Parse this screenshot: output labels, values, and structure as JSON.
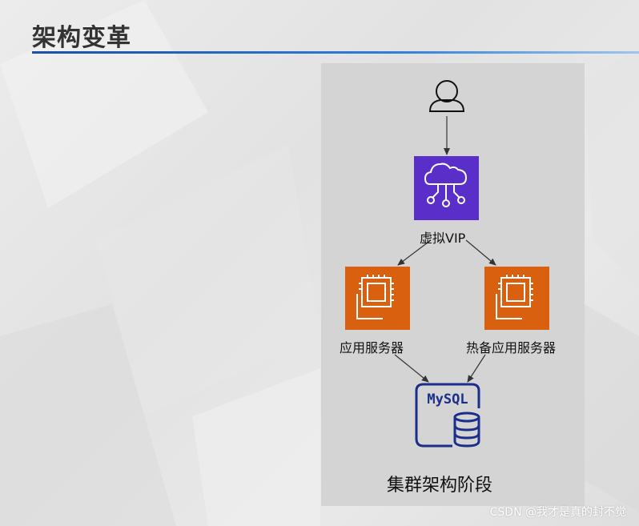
{
  "slide": {
    "title": "架构变革"
  },
  "diagram": {
    "nodes": {
      "user": {
        "icon": "user-icon"
      },
      "vip": {
        "label": "虚拟VIP",
        "icon": "cloud-network-icon",
        "color": "#5a2fc9"
      },
      "app_server": {
        "label": "应用服务器",
        "icon": "cpu-chip-icon",
        "color": "#d9600f"
      },
      "standby_server": {
        "label": "热备应用服务器",
        "icon": "cpu-chip-icon",
        "color": "#d9600f"
      },
      "database": {
        "label": "MySQL",
        "icon": "database-icon",
        "color": "#1a2e8a"
      }
    },
    "caption": "集群架构阶段"
  },
  "watermark": "CSDN @我才是真的封不觉"
}
